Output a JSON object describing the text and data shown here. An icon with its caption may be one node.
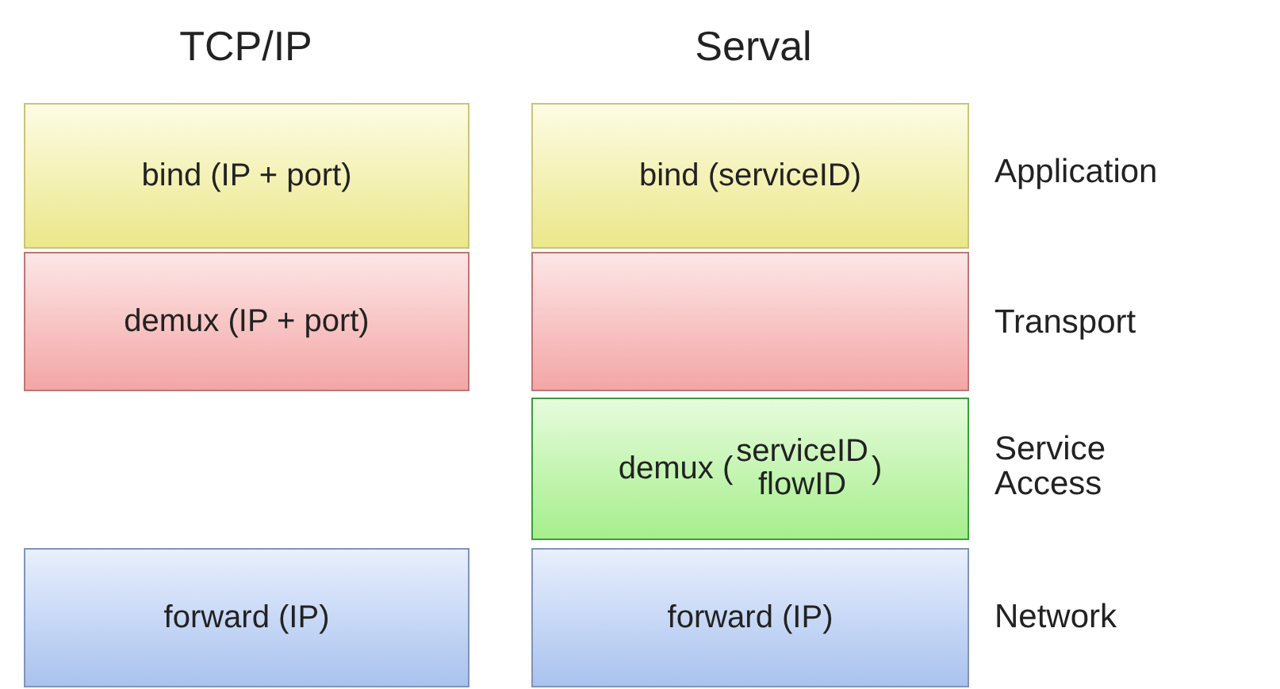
{
  "diagram": {
    "nodes": [
      {
        "text": [
          "bind (IP + port)"
        ]
      },
      {
        "text": [
          "demux (IP + port)"
        ]
      },
      {
        "text": [
          "forward (IP)"
        ]
      },
      {
        "text": [
          "bind (serviceID)"
        ]
      },
      {
        "text": [],
        "shape": "box"
      },
      {
        "text": [
          "demux (",
          "serviceID flowID",
          ")"
        ]
      },
      {
        "text": [
          "forward (IP)"
        ]
      }
    ],
    "labels": [
      "TCP/IP",
      "Serval",
      "Application",
      "Transport",
      "Service Access",
      "Network"
    ]
  }
}
